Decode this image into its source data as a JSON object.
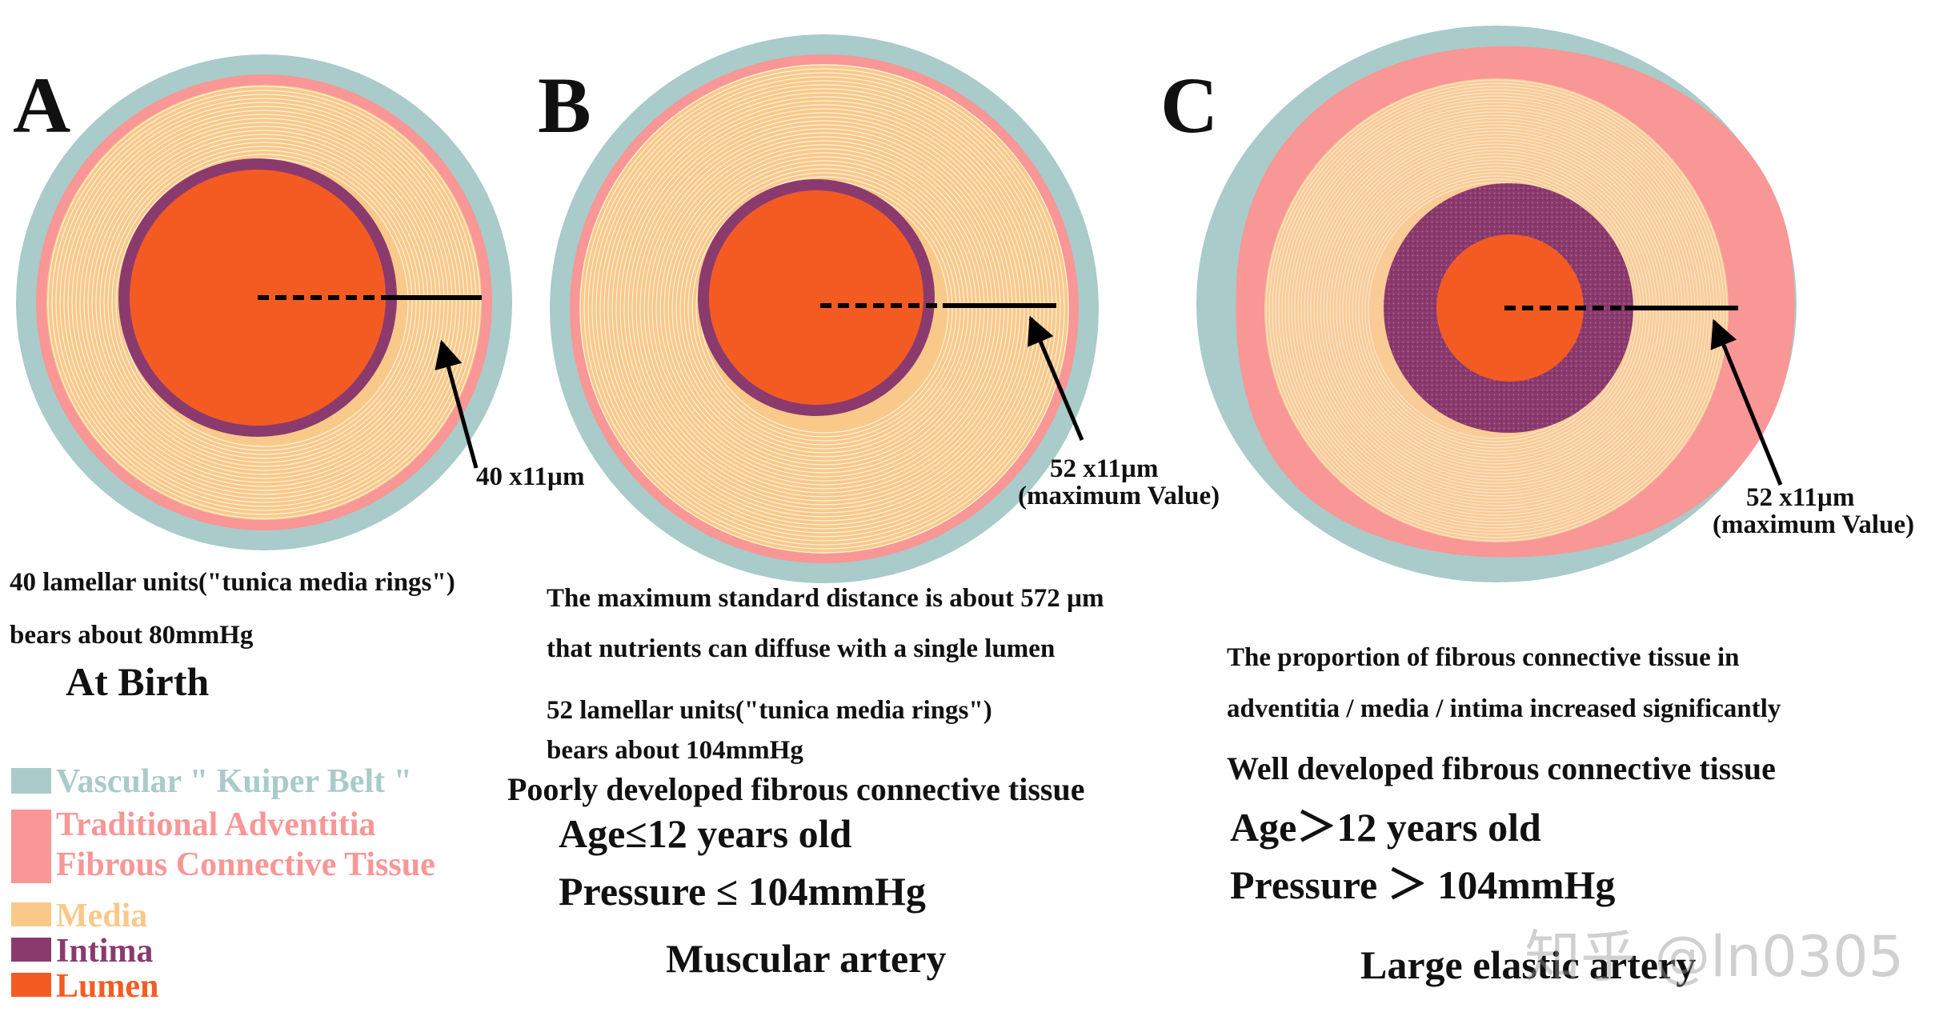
{
  "panels": {
    "a": {
      "letter": "A",
      "measure": "40 x11µm",
      "desc_line1": "40 lamellar units(\"tunica media rings\")",
      "desc_line2": "bears about 80mmHg",
      "heading": "At Birth"
    },
    "b": {
      "letter": "B",
      "measure_line1": "52 x11µm",
      "measure_line2": "(maximum Value)",
      "note_line1": "The maximum standard distance is about 572 µm",
      "note_line2": "that nutrients can diffuse with a single lumen",
      "desc_line1": "52 lamellar units(\"tunica media rings\")",
      "desc_line2": "bears about 104mmHg",
      "tissue": "Poorly developed fibrous connective tissue",
      "age": "Age≤12 years old",
      "pressure": "Pressure ≤ 104mmHg",
      "type": "Muscular artery"
    },
    "c": {
      "letter": "C",
      "measure_line1": "52 x11µm",
      "measure_line2": "(maximum Value)",
      "note_line1": "The proportion of fibrous connective tissue in",
      "note_line2": "adventitia / media / intima increased significantly",
      "tissue": "Well developed fibrous connective tissue",
      "age": "Age＞12 years old",
      "pressure": "Pressure ＞ 104mmHg",
      "type": "Large elastic artery"
    }
  },
  "legend": {
    "kuiper": {
      "label": "Vascular \" Kuiper Belt \"",
      "color": "#a9cbca"
    },
    "adventitia": {
      "label_line1": "Traditional Adventitia",
      "label_line2": "Fibrous Connective Tissue",
      "color": "#f99696"
    },
    "media": {
      "label": "Media",
      "color": "#f9c98a"
    },
    "intima": {
      "label": "Intima",
      "color": "#8b3a6e"
    },
    "lumen": {
      "label": "Lumen",
      "color": "#f45b23"
    }
  },
  "watermark": "知乎 @ln0305"
}
